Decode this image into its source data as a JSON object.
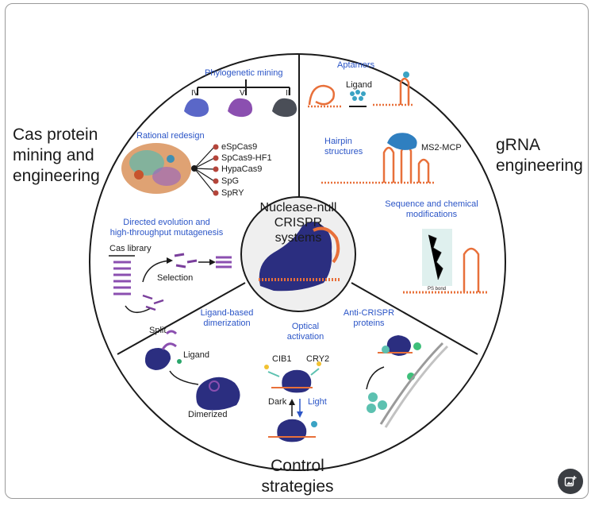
{
  "diagram": {
    "center_label": [
      "Nuclease-null",
      "CRISPR",
      "systems"
    ],
    "sections": {
      "cas": {
        "title": [
          "Cas protein",
          "mining and",
          "engineering"
        ],
        "phylogenetic_mining": "Phylogenetic mining",
        "clade_labels": [
          "IV",
          "V",
          "II"
        ],
        "rational_redesign": "Rational redesign",
        "variants": [
          "eSpCas9",
          "SpCas9-HF1",
          "HypaCas9",
          "SpG",
          "SpRY"
        ],
        "directed_evolution": [
          "Directed evolution and",
          "high-throughput mutagenesis"
        ],
        "cas_library": "Cas library",
        "selection": "Selection"
      },
      "grna": {
        "title": [
          "gRNA",
          "engineering"
        ],
        "aptamers": "Aptamers",
        "ligand": "Ligand",
        "hairpin": [
          "Hairpin",
          "structures"
        ],
        "ms2_mcp": "MS2-MCP",
        "sequence_chem": [
          "Sequence and chemical",
          "modifications"
        ],
        "ps_bond": "PS bond"
      },
      "control": {
        "title": [
          "Control",
          "strategies"
        ],
        "ligand_based": [
          "Ligand-based",
          "dimerization"
        ],
        "split": "Split",
        "ligand": "Ligand",
        "dimerized": "Dimerized",
        "optical": [
          "Optical",
          "activation"
        ],
        "cib1": "CIB1",
        "cry2": "CRY2",
        "dark": "Dark",
        "light": "Light",
        "anti_crispr": [
          "Anti-CRISPR",
          "proteins"
        ]
      }
    },
    "colors": {
      "protein": "#2b2e80",
      "orange": "#e8703a",
      "blue_text": "#2b55c7",
      "purple": "#8b4fb0",
      "teal": "#5cc1b0"
    }
  },
  "corner_button": {
    "icon": "add-image-icon"
  }
}
